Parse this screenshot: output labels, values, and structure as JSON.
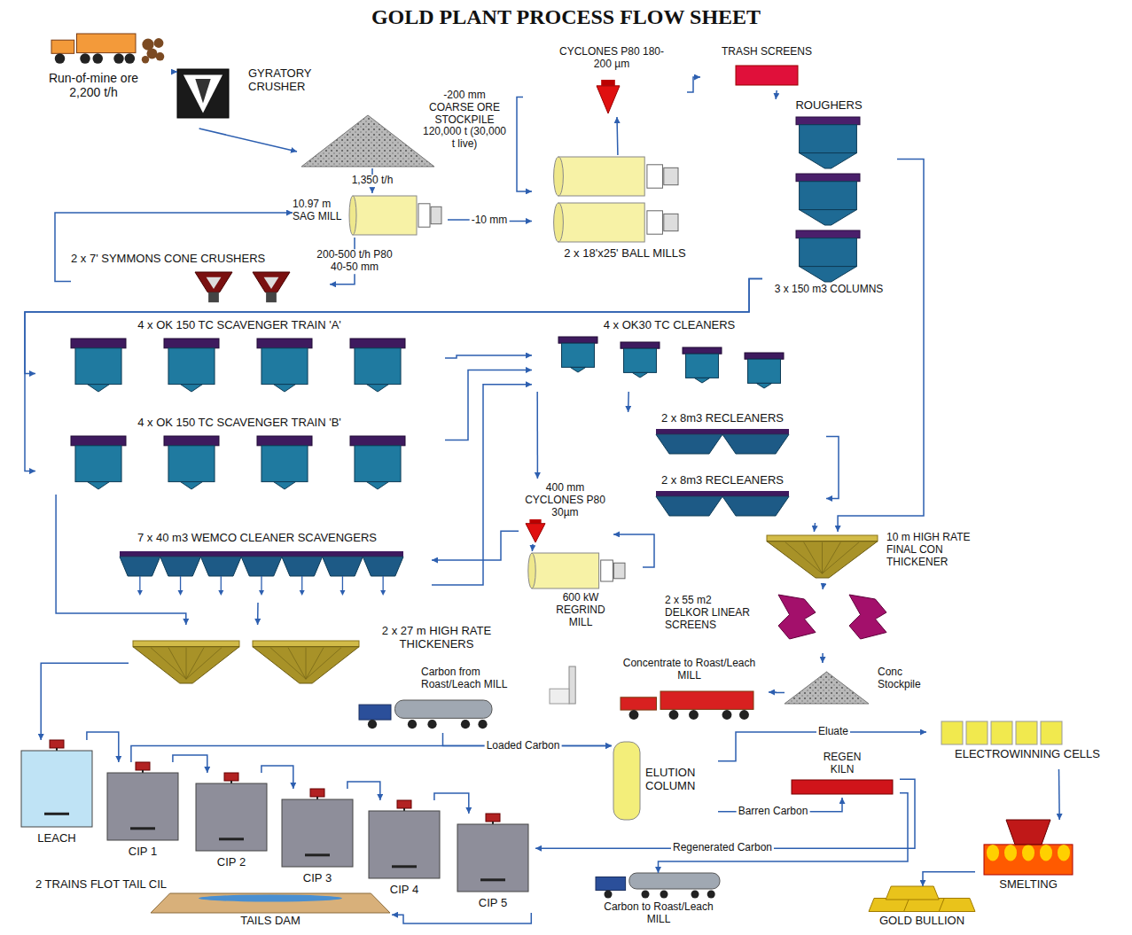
{
  "diagram": {
    "title": "GOLD PLANT PROCESS FLOW SHEET",
    "nodes": [
      {
        "text": [
          "Run-of-mine ore 2,200 t/h"
        ]
      },
      {
        "text": [
          "GYRATORY CRUSHER"
        ]
      },
      {
        "text": [
          "-200 mm COARSE ORE STOCKPILE 120,000 t (30,000 t live)"
        ]
      },
      {
        "text": [
          "10.97 m SAG MILL"
        ]
      },
      {
        "text": [
          "2 x 7' SYMMONS CONE CRUSHERS"
        ]
      },
      {
        "text": [
          "2 x 18'x25' BALL MILLS"
        ]
      },
      {
        "text": [
          "CYCLONES P80 180-200 µm"
        ]
      },
      {
        "text": [
          "TRASH SCREENS"
        ]
      },
      {
        "text": [
          "ROUGHERS",
          "3 x 150 m3 COLUMNS"
        ]
      },
      {
        "text": [
          "4 x OK 150 TC SCAVENGER TRAIN 'A'"
        ]
      },
      {
        "text": [
          "4 x OK 150 TC SCAVENGER TRAIN 'B'"
        ]
      },
      {
        "text": [
          "4 x OK30 TC CLEANERS"
        ]
      },
      {
        "text": [
          "2 x 8m3 RECLEANERS"
        ]
      },
      {
        "text": [
          "2 x 8m3 RECLEANERS"
        ]
      },
      {
        "text": [
          "400 mm CYCLONES P80 30µm"
        ]
      },
      {
        "text": [
          "600 kW REGRIND MILL"
        ]
      },
      {
        "text": [
          "7 x 40 m3 WEMCO CLEANER SCAVENGERS"
        ]
      },
      {
        "text": [
          "10 m HIGH RATE FINAL CON THICKENER"
        ]
      },
      {
        "text": [
          "2 x 55 m2 DELKOR LINEAR SCREENS"
        ]
      },
      {
        "text": [
          "Conc Stockpile"
        ]
      },
      {
        "text": [
          "Concentrate to Roast/Leach MILL"
        ]
      },
      {
        "text": [
          "2 x 27 m HIGH RATE THICKENERS"
        ]
      },
      {
        "text": [
          "Carbon from Roast/Leach MILL"
        ]
      },
      {
        "text": [
          "LEACH"
        ]
      },
      {
        "text": [
          "CIP 1"
        ]
      },
      {
        "text": [
          "CIP 2"
        ]
      },
      {
        "text": [
          "CIP 3"
        ]
      },
      {
        "text": [
          "CIP 4"
        ]
      },
      {
        "text": [
          "CIP 5"
        ]
      },
      {
        "text": [
          "TAILS DAM"
        ]
      },
      {
        "text": [
          "ELUTION COLUMN"
        ]
      },
      {
        "text": [
          "REGEN KILN"
        ]
      },
      {
        "text": [
          "ELECTROWINNING CELLS"
        ]
      },
      {
        "text": [
          "SMELTING"
        ]
      },
      {
        "text": [
          "GOLD BULLION"
        ]
      },
      {
        "text": [
          "Carbon to Roast/Leach MILL"
        ]
      }
    ],
    "edges": [
      {
        "from": 0,
        "to": 1,
        "arrow": "to"
      },
      {
        "from": 1,
        "to": 2,
        "arrow": "to"
      },
      {
        "from": 2,
        "to": 3,
        "label": "1,350 t/h",
        "arrow": "to"
      },
      {
        "from": 3,
        "to": 4,
        "label": "200-500 t/h P80 40-50 mm",
        "arrow": "to"
      },
      {
        "from": 4,
        "to": 3,
        "arrow": "to"
      },
      {
        "from": 3,
        "to": 5,
        "label": "-10 mm",
        "arrow": "to"
      },
      {
        "from": 5,
        "to": 6,
        "arrow": "to"
      },
      {
        "from": 6,
        "to": 5,
        "arrow": "to"
      },
      {
        "from": 6,
        "to": 7,
        "arrow": "to"
      },
      {
        "from": 7,
        "to": 8,
        "arrow": "to"
      },
      {
        "from": 8,
        "to": 9,
        "arrow": "to"
      },
      {
        "from": 8,
        "to": 10,
        "arrow": "to"
      },
      {
        "from": 8,
        "to": 17,
        "arrow": "to"
      },
      {
        "from": 9,
        "to": 11,
        "arrow": "to"
      },
      {
        "from": 10,
        "to": 11,
        "arrow": "to"
      },
      {
        "from": 11,
        "to": 12,
        "arrow": "to"
      },
      {
        "from": 12,
        "to": 13,
        "arrow": "to"
      },
      {
        "from": 13,
        "to": 17,
        "arrow": "to"
      },
      {
        "from": 11,
        "to": 14,
        "arrow": "to"
      },
      {
        "from": 14,
        "to": 15,
        "arrow": "to"
      },
      {
        "from": 15,
        "to": 14,
        "arrow": "to"
      },
      {
        "from": 14,
        "to": 16,
        "arrow": "to"
      },
      {
        "from": 16,
        "to": 11,
        "arrow": "to"
      },
      {
        "from": 10,
        "to": 21,
        "arrow": "to"
      },
      {
        "from": 16,
        "to": 21,
        "arrow": "to"
      },
      {
        "from": 17,
        "to": 18,
        "arrow": "to"
      },
      {
        "from": 18,
        "to": 19,
        "arrow": "to"
      },
      {
        "from": 19,
        "to": 20,
        "arrow": "to"
      },
      {
        "from": 21,
        "to": 23,
        "arrow": "to"
      },
      {
        "from": 23,
        "to": 24,
        "arrow": "to"
      },
      {
        "from": 24,
        "to": 25,
        "arrow": "to"
      },
      {
        "from": 25,
        "to": 26,
        "arrow": "to"
      },
      {
        "from": 26,
        "to": 27,
        "arrow": "to"
      },
      {
        "from": 27,
        "to": 28,
        "arrow": "to"
      },
      {
        "from": 28,
        "to": 29,
        "arrow": "to"
      },
      {
        "from": 22,
        "to": 30,
        "arrow": "to"
      },
      {
        "from": 24,
        "to": 30,
        "label": "Loaded Carbon",
        "arrow": "to"
      },
      {
        "from": 30,
        "to": 32,
        "label": "Eluate",
        "arrow": "to"
      },
      {
        "from": 30,
        "to": 31,
        "label": "Barren Carbon",
        "arrow": "to"
      },
      {
        "from": 31,
        "to": 28,
        "label": "Regenerated Carbon",
        "arrow": "to"
      },
      {
        "from": 31,
        "to": 35,
        "arrow": "to"
      },
      {
        "from": 32,
        "to": 33,
        "arrow": "to"
      },
      {
        "from": 33,
        "to": 34,
        "arrow": "to"
      }
    ],
    "labels": [
      "2 TRAINS FLOT TAIL CIL"
    ]
  }
}
